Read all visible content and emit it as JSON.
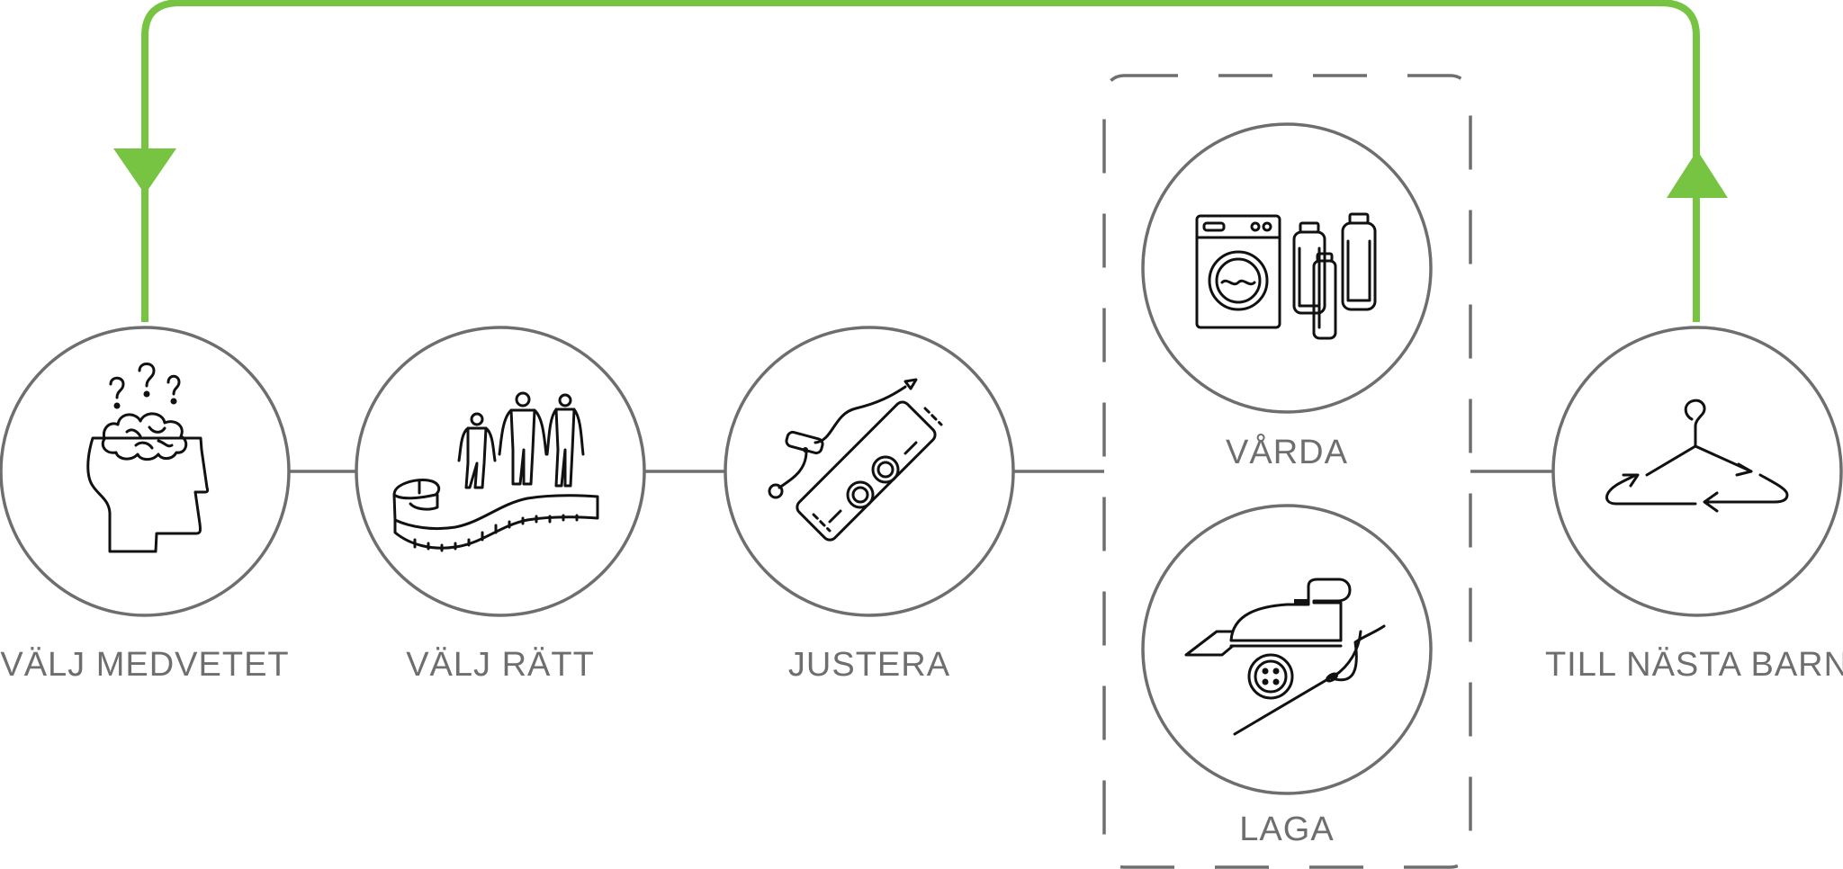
{
  "colors": {
    "loop": "#76c442",
    "outline": "#6e6e6e",
    "icon": "#111111",
    "label": "#6e6e6e"
  },
  "steps": [
    {
      "label": "VÄLJ MEDVETET",
      "icon": "head-with-question-marks-icon"
    },
    {
      "label": "VÄLJ RÄTT",
      "icon": "people-and-measuring-tape-icon"
    },
    {
      "label": "JUSTERA",
      "icon": "elastic-button-waistband-icon"
    },
    {
      "label": "VÅRDA",
      "icon": "washing-machine-and-detergent-icon"
    },
    {
      "label": "LAGA",
      "icon": "iron-button-and-needle-icon"
    },
    {
      "label": "TILL NÄSTA BARN",
      "icon": "hanger-with-recycle-arrows-icon"
    }
  ]
}
